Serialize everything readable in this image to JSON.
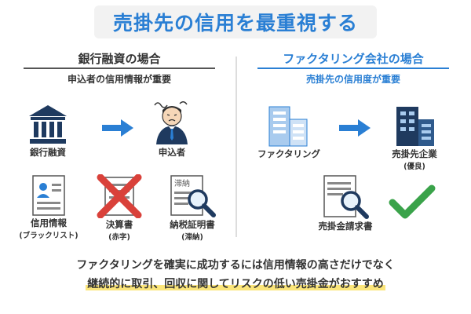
{
  "title": "売掛先の信用を最重視する",
  "left": {
    "heading": "銀行融資の場合",
    "subheading": "申込者の信用情報が重要",
    "bank_label": "銀行融資",
    "applicant_label": "申込者",
    "doc1_label": "信用情報",
    "doc1_sub": "(ブラックリスト)",
    "doc2_label": "決算書",
    "doc2_sub": "(赤字)",
    "doc3_label": "納税証明書",
    "doc3_sub": "(滞納)",
    "doc3_stamp": "滞納"
  },
  "right": {
    "heading": "ファクタリング会社の場合",
    "subheading": "売掛先の信用度が重要",
    "factoring_label": "ファクタリング",
    "client_label": "売掛先企業",
    "client_sub": "(優良)",
    "invoice_label": "売掛金請求書"
  },
  "bottom": {
    "line1": "ファクタリングを確実に成功するには信用情報の高さだけでなく",
    "line2": "継続的に取引、回収に関してリスクの低い売掛金がおすすめ"
  },
  "colors": {
    "accent": "#2a7fd4",
    "navy": "#1f3a5f",
    "cross": "#d9413a",
    "check": "#3aa34a",
    "highlight": "#fbe57a"
  }
}
